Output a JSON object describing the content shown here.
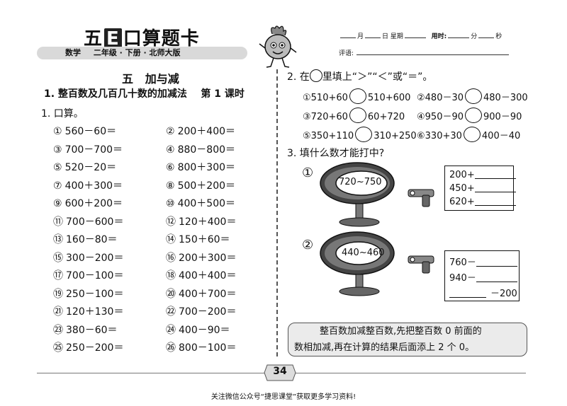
{
  "header": {
    "brand_prefix": "五",
    "brand_e": "E",
    "brand_suffix": "口算题卡",
    "subject": "数学",
    "subject_info": "二年级 · 下册 · 北师大版",
    "date_month": "月",
    "date_day": "日",
    "date_week": "星期",
    "time_used": "用时:",
    "minute": "分",
    "second": "秒",
    "review": "评语:"
  },
  "left": {
    "unit_title": "五   加与减",
    "lesson_title": "1. 整百数及几百几十数的加减法    第 1 课时",
    "q1_label": "1. 口算。",
    "problems": [
      {
        "n": "1",
        "t": "560－60＝"
      },
      {
        "n": "2",
        "t": "200＋400＝"
      },
      {
        "n": "3",
        "t": "700－700＝"
      },
      {
        "n": "4",
        "t": "880－800＝"
      },
      {
        "n": "5",
        "t": "520－20＝"
      },
      {
        "n": "6",
        "t": "800＋300＝"
      },
      {
        "n": "7",
        "t": "400＋300＝"
      },
      {
        "n": "8",
        "t": "500＋200＝"
      },
      {
        "n": "9",
        "t": "600＋200＝"
      },
      {
        "n": "10",
        "t": "400＋500＝"
      },
      {
        "n": "11",
        "t": "700－600＝"
      },
      {
        "n": "12",
        "t": "120＋400＝"
      },
      {
        "n": "13",
        "t": "160－80＝"
      },
      {
        "n": "14",
        "t": "150＋60＝"
      },
      {
        "n": "15",
        "t": "300－200＝"
      },
      {
        "n": "16",
        "t": "200＋300＝"
      },
      {
        "n": "17",
        "t": "700－100＝"
      },
      {
        "n": "18",
        "t": "400＋400＝"
      },
      {
        "n": "19",
        "t": "250－100＝"
      },
      {
        "n": "20",
        "t": "400＋700＝"
      },
      {
        "n": "21",
        "t": "120＋130＝"
      },
      {
        "n": "22",
        "t": "700－200＝"
      },
      {
        "n": "23",
        "t": "380－60＝"
      },
      {
        "n": "24",
        "t": "400－90＝"
      },
      {
        "n": "25",
        "t": "250－200＝"
      },
      {
        "n": "26",
        "t": "800－100＝"
      }
    ]
  },
  "right": {
    "q2_prefix": "2. 在",
    "q2_suffix": "里填上“＞”“＜”或“＝”。",
    "compare": [
      {
        "n": "1",
        "a": "510+60",
        "b": "510+600"
      },
      {
        "n": "2",
        "a": "480－30",
        "b": "480－300"
      },
      {
        "n": "3",
        "a": "720+60",
        "b": "60+720"
      },
      {
        "n": "4",
        "a": "950－90",
        "b": "900－90"
      },
      {
        "n": "5",
        "a": "350+110",
        "b": "310+250"
      },
      {
        "n": "6",
        "a": "330+30",
        "b": "400－40"
      }
    ],
    "q3_label": "3. 填什么数才能打中?",
    "targets": [
      {
        "n": "①",
        "range": "720~750",
        "answers": [
          "200+",
          "450+",
          "620+"
        ]
      },
      {
        "n": "②",
        "range": "440~460",
        "answers": [
          "760－",
          "940－",
          "－200"
        ]
      }
    ],
    "tip_line1": "整百数加减整百数,先把整百数 0 前面的",
    "tip_line2": "数相加减,再在计算的结果后面添上 2 个 0。"
  },
  "page_number": "34",
  "footer": "关注微信公众号“捷思课堂”获取更多学习资料!"
}
